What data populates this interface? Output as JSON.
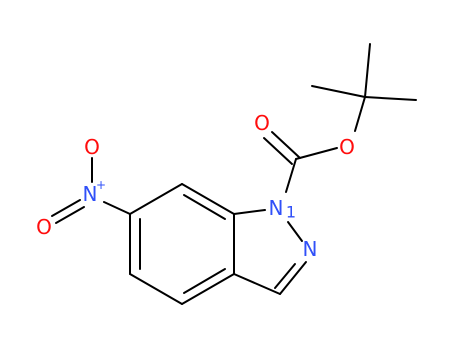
{
  "diagram": {
    "type": "chemical-structure",
    "atoms": {
      "o_carbonyl": {
        "text": "O",
        "color": "#ff0d0d"
      },
      "o_ester": {
        "text": "O",
        "color": "#ff0d0d"
      },
      "n1": {
        "text": "N",
        "color": "#3050f8"
      },
      "n1_locant": {
        "text": "1",
        "color": "#3050f8"
      },
      "n2": {
        "text": "N",
        "color": "#3050f8"
      },
      "n_nitro": {
        "text": "N",
        "color": "#3050f8"
      },
      "n_nitro_charge": {
        "text": "+",
        "color": "#3050f8"
      },
      "o_nitro_top": {
        "text": "O",
        "color": "#ff0d0d"
      },
      "o_nitro_bottom": {
        "text": "O",
        "color": "#ff0d0d"
      }
    },
    "bond_color": "#000000"
  }
}
